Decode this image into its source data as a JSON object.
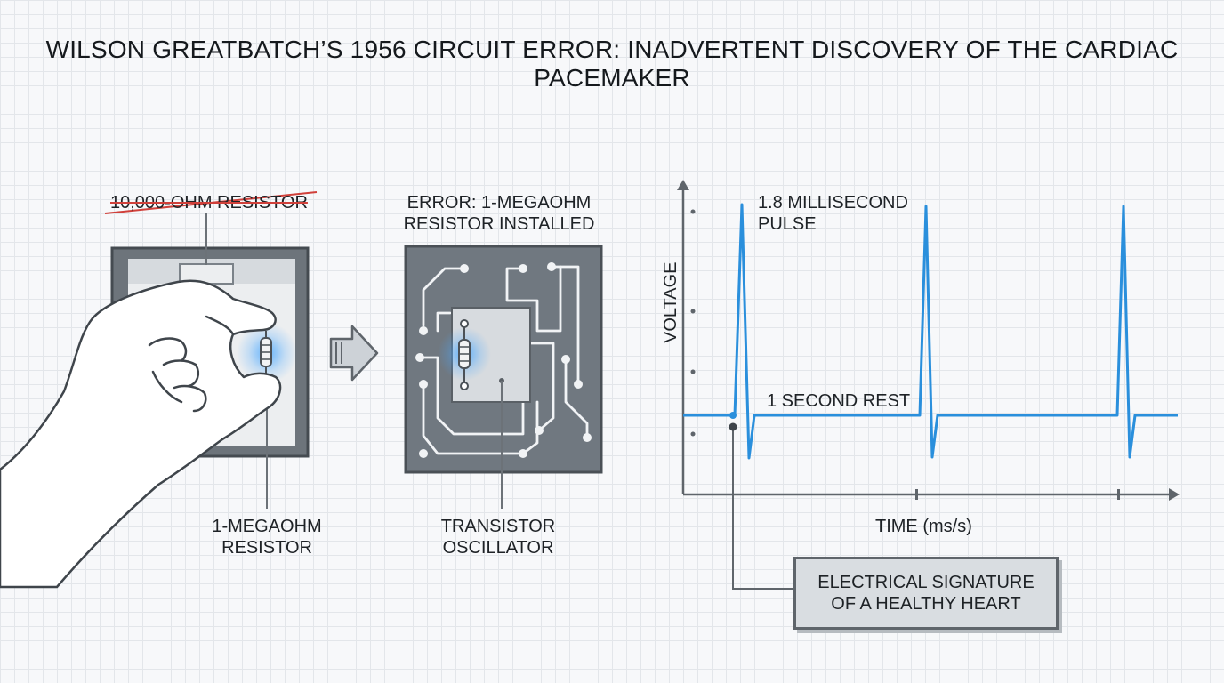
{
  "title": "WILSON GREATBATCH’S 1956 CIRCUIT ERROR: INADVERTENT DISCOVERY OF THE CARDIAC PACEMAKER",
  "left_panel": {
    "intended_label": "10,000-OHM RESISTOR",
    "installed_label_line1": "1-MEGAOHM",
    "installed_label_line2": "RESISTOR"
  },
  "middle_panel": {
    "error_line1": "ERROR: 1-MEGAOHM",
    "error_line2": "RESISTOR INSTALLED",
    "component_line1": "TRANSISTOR",
    "component_line2": "OSCILLATOR"
  },
  "waveform": {
    "pulse_line1": "1.8 MILLISECOND",
    "pulse_line2": "PULSE",
    "rest_label": "1 SECOND REST",
    "y_axis_label": "VOLTAGE",
    "x_axis_label": "TIME (ms/s)",
    "callout_line1": "ELECTRICAL SIGNATURE",
    "callout_line2": "OF A HEALTHY HEART"
  },
  "colors": {
    "pulse": "#2a8fdc",
    "glow": "#4aa8ff",
    "strike": "#d0403a",
    "board": "#707880"
  }
}
